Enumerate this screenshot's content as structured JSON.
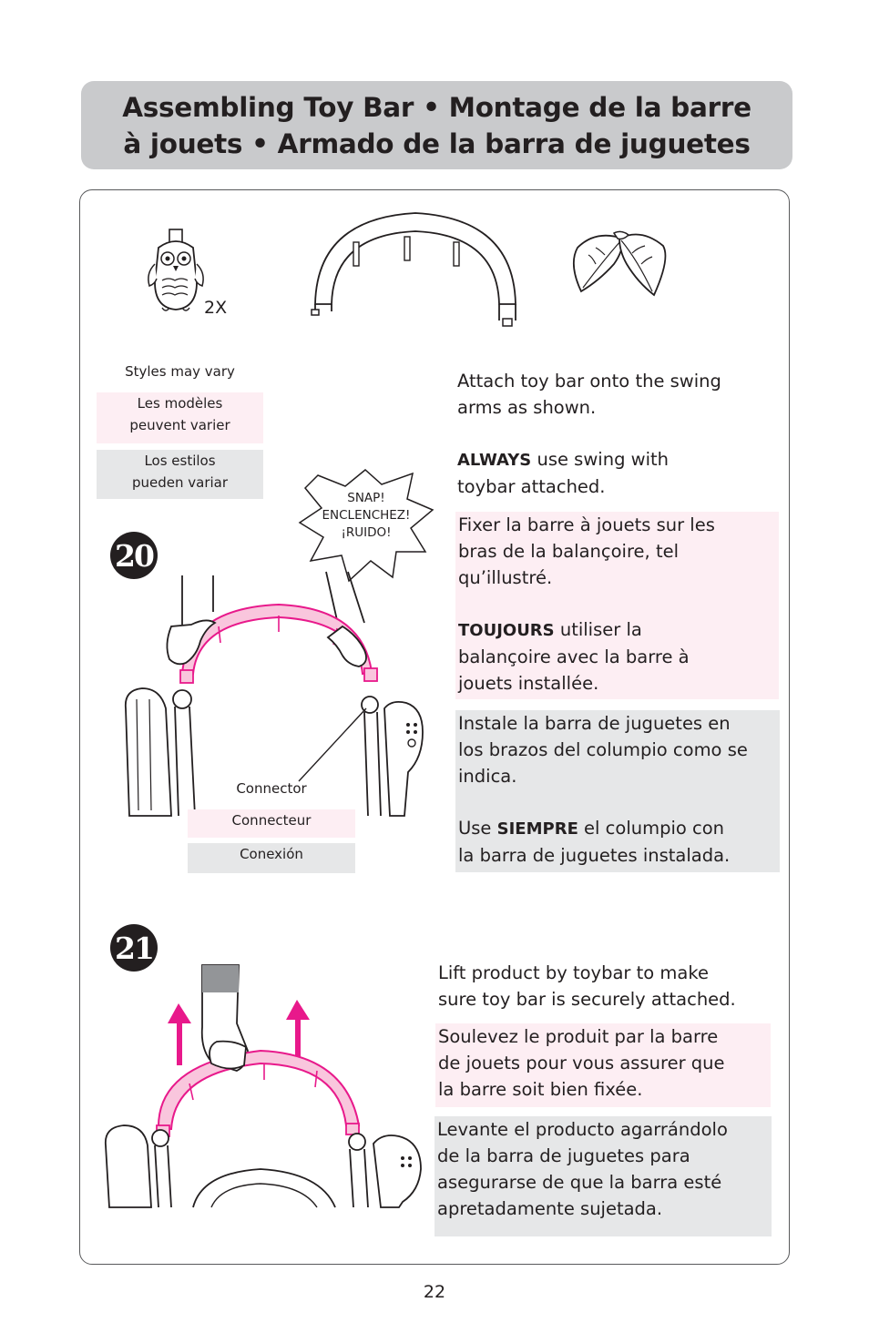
{
  "header": {
    "line1": "Assembling Toy Bar • Montage de la barre",
    "line2": "à jouets • Armado de la barra de juguetes"
  },
  "parts": {
    "quantity": "2X"
  },
  "styles_note": {
    "en": "Styles may vary",
    "fr_line1": "Les modèles",
    "fr_line2": "peuvent varier",
    "es_line1": "Los estilos",
    "es_line2": "pueden variar"
  },
  "step20": {
    "number": "20",
    "callout_line1": "SNAP!",
    "callout_line2": "ENCLENCHEZ!",
    "callout_line3": "¡RUIDO!",
    "connector_en": "Connector",
    "connector_fr": "Connecteur",
    "connector_es": "Conexión",
    "en_line1": "Attach toy bar onto the swing",
    "en_line2": "arms as shown.",
    "en_always": "ALWAYS",
    "en_always_rest1": " use swing with",
    "en_always_rest2": "toybar attached.",
    "fr_line1": "Fixer la barre à jouets sur les",
    "fr_line2": "bras de la balançoire, tel",
    "fr_line3": "qu’illustré.",
    "fr_toujours": "TOUJOURS",
    "fr_toujours_rest1": " utiliser la",
    "fr_toujours_rest2": "balançoire avec la barre à",
    "fr_toujours_rest3": "jouets installée.",
    "es_line1": "Instale la barra de juguetes en",
    "es_line2": "los brazos del columpio como se",
    "es_line3": "indica.",
    "es_use": "Use ",
    "es_siempre": "SIEMPRE",
    "es_siempre_rest1": " el columpio con",
    "es_siempre_rest2": "la barra de juguetes instalada."
  },
  "step21": {
    "number": "21",
    "en_line1": "Lift product by toybar to make",
    "en_line2": "sure toy bar is securely attached.",
    "fr_line1": "Soulevez le produit par la barre",
    "fr_line2": "de jouets pour vous assurer que",
    "fr_line3": "la barre soit bien fixée.",
    "es_line1": "Levante el producto agarrándolo",
    "es_line2": "de la barra de juguetes para",
    "es_line3": "asegurarse de que la barra esté",
    "es_line4": "apretadamente sujetada."
  },
  "page_number": "22",
  "colors": {
    "accent_pink": "#e8198b",
    "pink_light": "#f9c6dd",
    "pink_box": "#fdeef3",
    "grey_box": "#e6e7e8",
    "header_grey": "#c9cacc"
  },
  "icons": [
    "owl-toy-icon",
    "toy-bar-icon",
    "leaf-toy-icon",
    "up-arrow-icon"
  ]
}
